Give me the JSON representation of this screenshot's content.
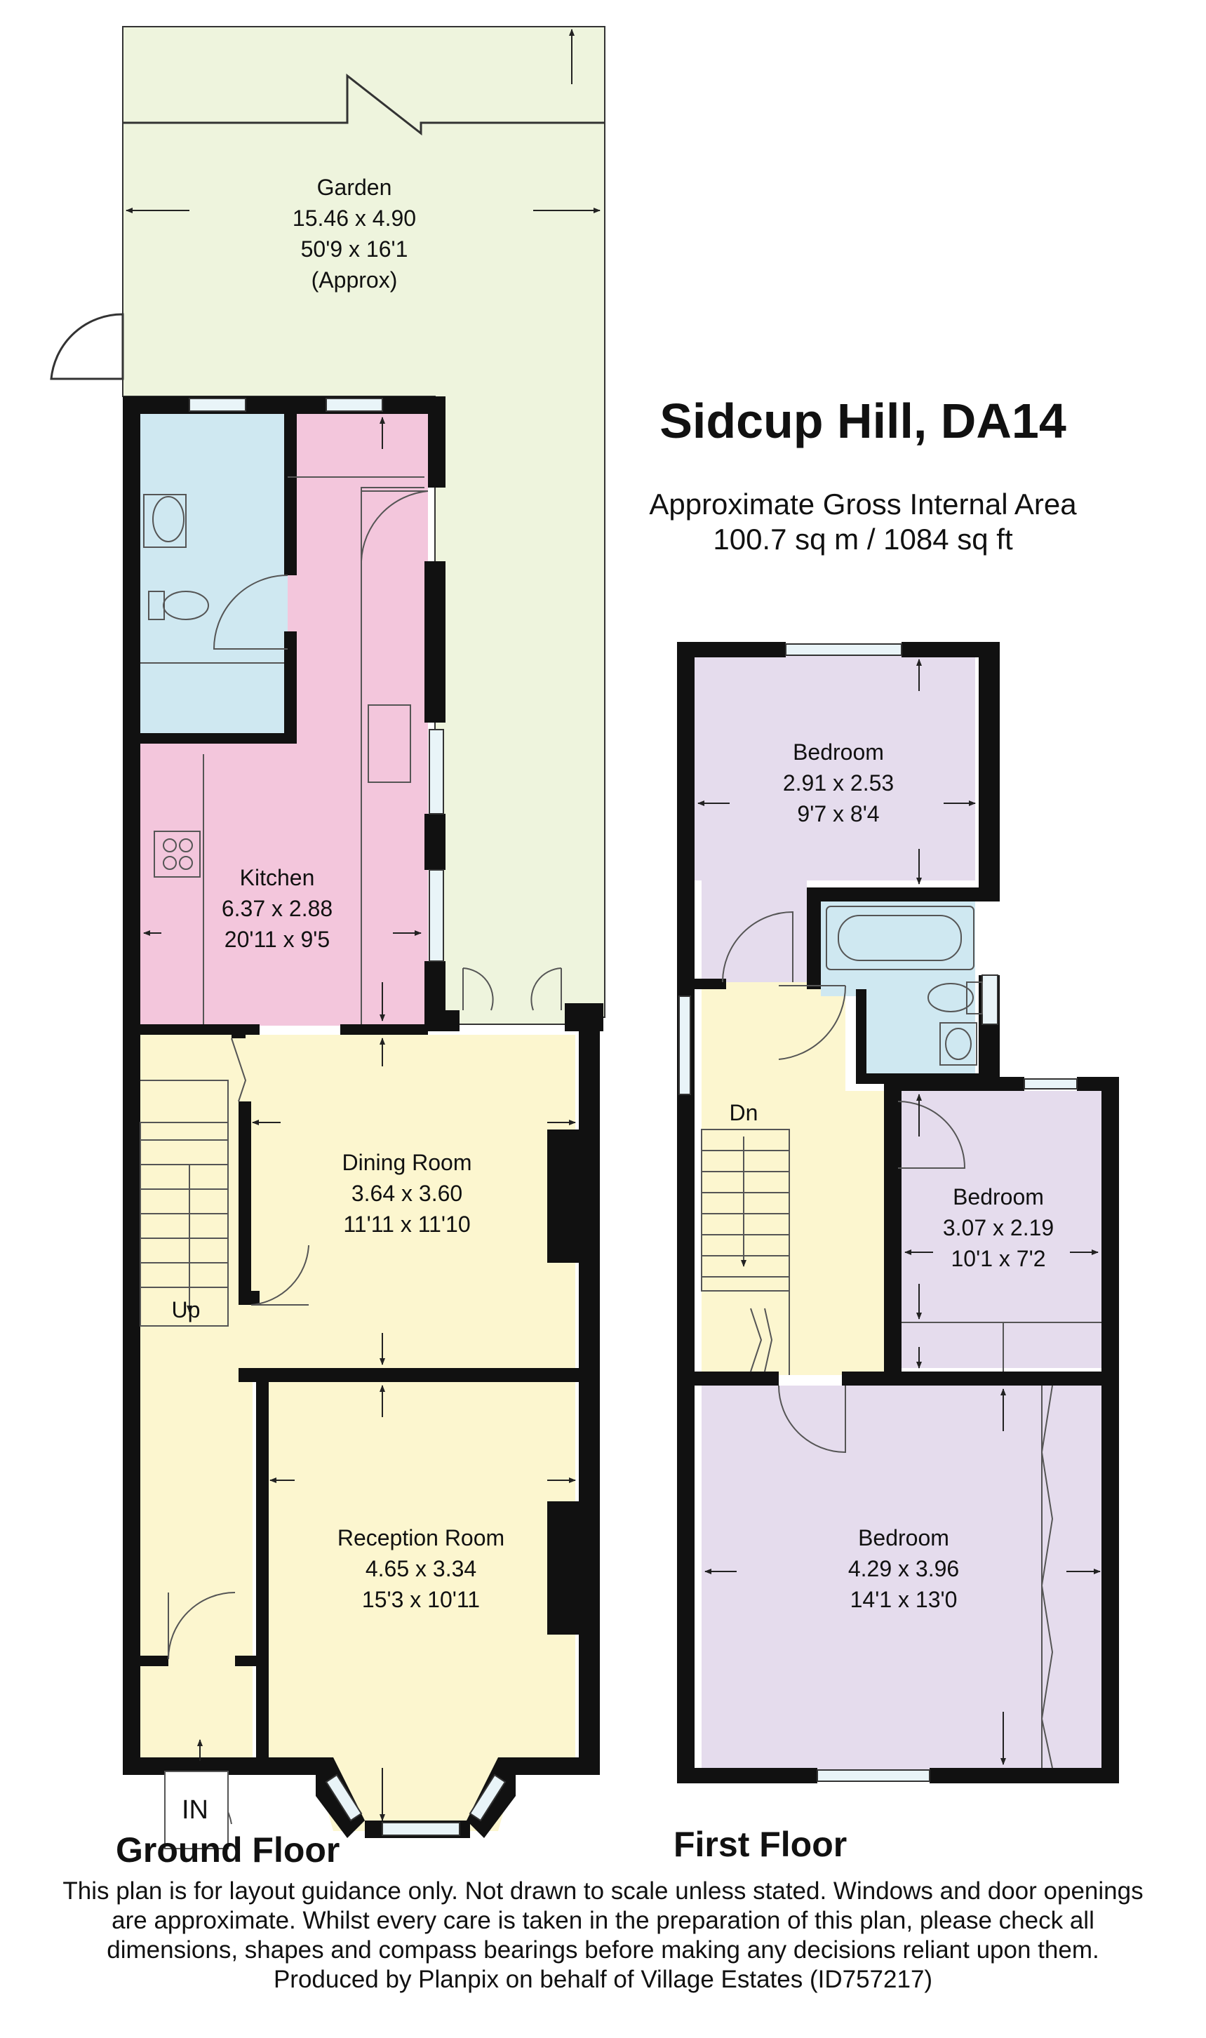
{
  "property": {
    "title": "Sidcup Hill, DA14",
    "area_label": "Approximate Gross Internal Area",
    "area_value": "100.7 sq m / 1084 sq ft"
  },
  "colors": {
    "wall": "#111111",
    "garden": "#eef4dd",
    "bathroom": "#cfe8f1",
    "kitchen": "#f3c6dc",
    "hall_dining": "#fcf6cf",
    "bedroom": "#e5dced"
  },
  "floors": {
    "ground": "Ground Floor",
    "first": "First Floor"
  },
  "rooms": {
    "garden": {
      "name": "Garden",
      "metric": "15.46 x 4.90",
      "imperial": "50'9 x 16'1",
      "note": "(Approx)"
    },
    "kitchen": {
      "name": "Kitchen",
      "metric": "6.37 x 2.88",
      "imperial": "20'11 x 9'5"
    },
    "dining": {
      "name": "Dining Room",
      "metric": "3.64 x 3.60",
      "imperial": "11'11 x 11'10"
    },
    "reception": {
      "name": "Reception Room",
      "metric": "4.65 x 3.34",
      "imperial": "15'3 x 10'11"
    },
    "bed1": {
      "name": "Bedroom",
      "metric": "2.91 x 2.53",
      "imperial": "9'7 x 8'4"
    },
    "bed2": {
      "name": "Bedroom",
      "metric": "3.07 x 2.19",
      "imperial": "10'1 x 7'2"
    },
    "bed3": {
      "name": "Bedroom",
      "metric": "4.29 x 3.96",
      "imperial": "14'1 x 13'0"
    }
  },
  "markers": {
    "up": "Up",
    "down": "Dn",
    "entrance": "IN"
  },
  "disclaimer": [
    "This plan is for layout guidance only. Not drawn to scale unless stated. Windows and door openings",
    "are approximate. Whilst every care is taken in the preparation of this plan, please check all",
    "dimensions, shapes and compass bearings before making any decisions reliant upon them.",
    "Produced by Planpix on behalf of Village Estates (ID757217)"
  ]
}
